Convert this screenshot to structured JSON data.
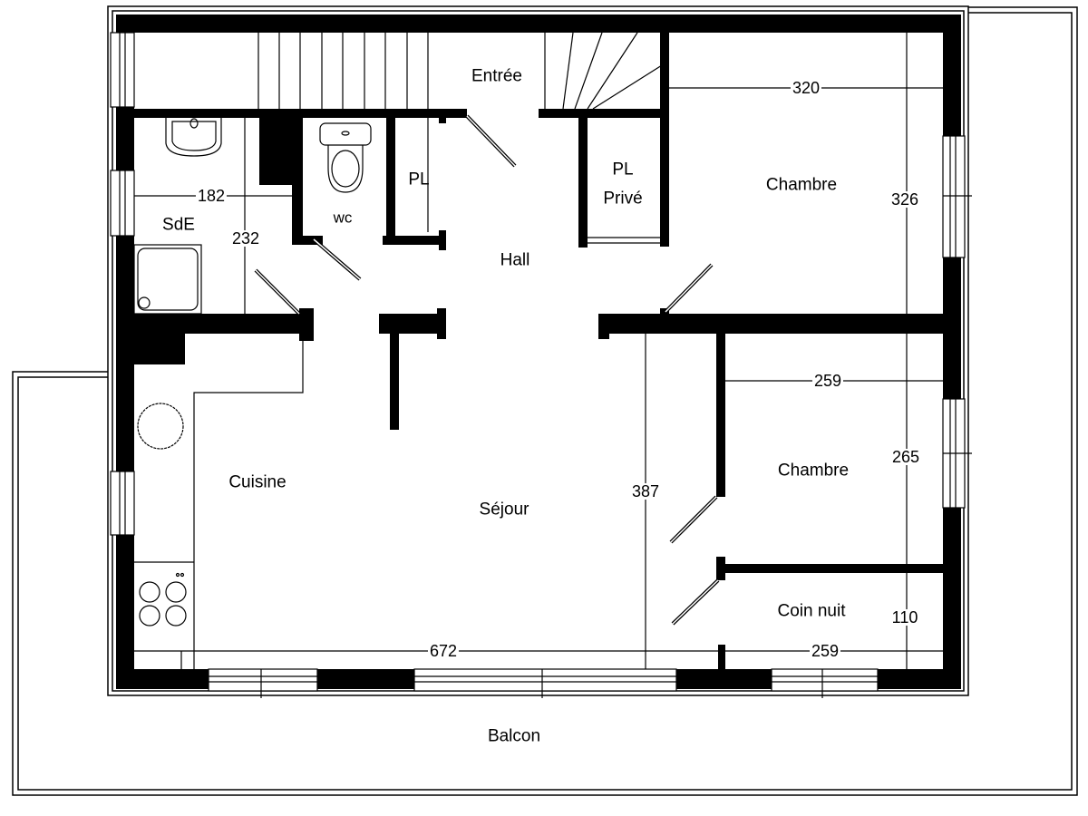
{
  "plan": {
    "colors": {
      "wall": "#000000",
      "background": "#ffffff",
      "line": "#000000"
    },
    "rooms": {
      "entree": "Entrée",
      "hall": "Hall",
      "sde": "SdE",
      "wc": "wc",
      "pl": "PL",
      "pl_prive_line1": "PL",
      "pl_prive_line2": "Privé",
      "chambre_1": "Chambre",
      "chambre_2": "Chambre",
      "coin_nuit": "Coin nuit",
      "cuisine": "Cuisine",
      "sejour": "Séjour",
      "balcon": "Balcon"
    },
    "dimensions": {
      "chambre1_width": "320",
      "chambre1_height": "326",
      "sde_width": "182",
      "sde_height": "232",
      "chambre2_width": "259",
      "chambre2_height": "265",
      "sejour_depth": "387",
      "sejour_width": "672",
      "coin_nuit_width": "259",
      "coin_nuit_height": "110"
    },
    "fixtures": [
      "sink-icon",
      "toilet-icon",
      "shower-icon",
      "stove-icon",
      "kitchen-sink-icon",
      "staircase-icon"
    ]
  }
}
